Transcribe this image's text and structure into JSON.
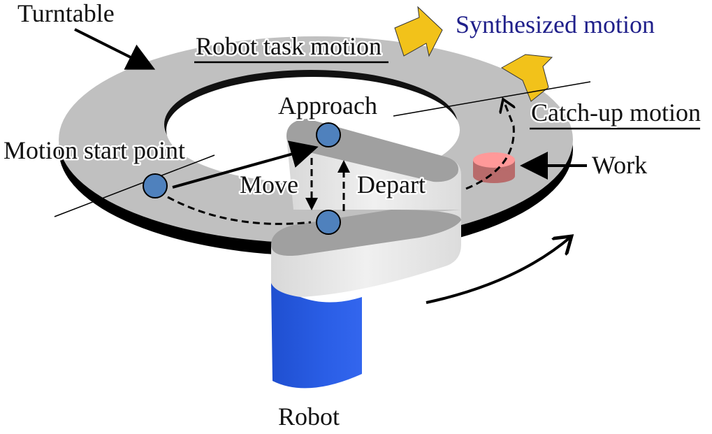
{
  "labels": {
    "turntable": "Turntable",
    "robot_task_motion": "Robot task motion",
    "synthesized_motion": "Synthesized motion",
    "approach": "Approach",
    "catch_up_motion": "Catch-up motion",
    "motion_start_point": "Motion start point",
    "move": "Move",
    "depart": "Depart",
    "work": "Work",
    "robot": "Robot"
  },
  "colors": {
    "turntable_top": "#c0c0c0",
    "turntable_edge": "#111111",
    "point_fill": "#4f81bd",
    "work_top": "#ff9999",
    "work_side": "#b86b6b",
    "arrow_yellow": "#f2c21a",
    "robot_base": "#2a5ee6",
    "arm_top": "#a0a0a0",
    "arm_side": "#e6e6e6",
    "synth_text": "#1f1f8a"
  }
}
